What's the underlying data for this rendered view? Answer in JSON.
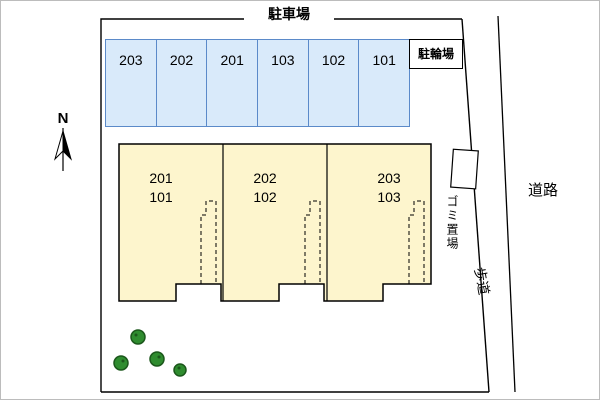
{
  "labels": {
    "parking": "駐車場",
    "bicycle": "駐輪場",
    "garbage": "ゴミ置場",
    "road": "道路",
    "sidewalk": "歩道",
    "compass_north": "N"
  },
  "parking_stalls": [
    "203",
    "202",
    "201",
    "103",
    "102",
    "101"
  ],
  "building_units": [
    {
      "upper": "201",
      "lower": "101"
    },
    {
      "upper": "202",
      "lower": "102"
    },
    {
      "upper": "203",
      "lower": "103"
    }
  ],
  "colors": {
    "parking_fill": "#d9eafa",
    "parking_border": "#5b8ac9",
    "building_fill": "#fdf5cd",
    "outline": "#000000",
    "tree_fill": "#2f8c2f"
  }
}
